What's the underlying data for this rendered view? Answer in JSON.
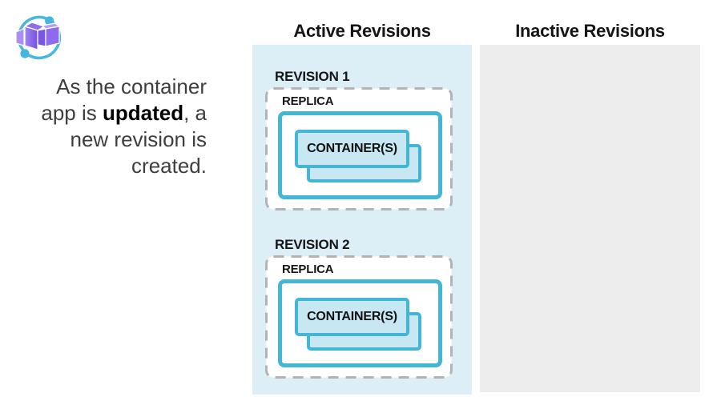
{
  "icon": {
    "name": "azure-container-apps-logo",
    "arc_color": "#49b8db",
    "purple_main": "#8d6bec"
  },
  "caption": {
    "line1": "As the container",
    "line2_pre": "app is ",
    "line2_bold": "updated",
    "line2_post": ", a",
    "line3": "new revision is",
    "line4": "created."
  },
  "columns": {
    "active": {
      "label": "Active Revisions"
    },
    "inactive": {
      "label": "Inactive Revisions"
    }
  },
  "revisions": [
    {
      "label": "REVISION 1",
      "replica_label": "REPLICA",
      "container_label": "CONTAINER(S)"
    },
    {
      "label": "REVISION 2",
      "replica_label": "REPLICA",
      "container_label": "CONTAINER(S)"
    }
  ],
  "colors": {
    "teal_border": "#44b6d5",
    "container_fill": "#c7e7f3",
    "dashed_border": "#b3b3b3",
    "active_panel": "#dceef6",
    "inactive_panel": "#ededed"
  }
}
